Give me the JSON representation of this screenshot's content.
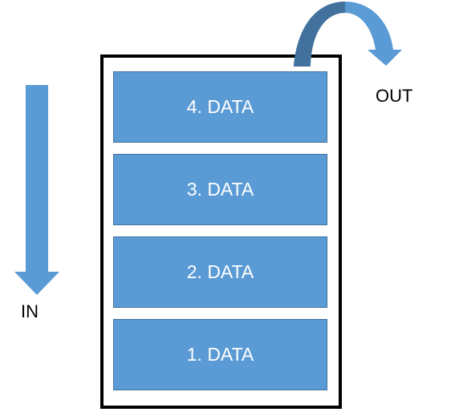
{
  "labels": {
    "in": "IN",
    "out": "OUT"
  },
  "stack": {
    "items": [
      {
        "label": "4. DATA"
      },
      {
        "label": "3. DATA"
      },
      {
        "label": "2. DATA"
      },
      {
        "label": "1. DATA"
      }
    ]
  },
  "colors": {
    "block_fill": "#5b9bd5",
    "block_border": "#41719c",
    "arrow_fill": "#5b9bd5",
    "arrow_shade": "#41719c",
    "box_border": "#000000"
  }
}
